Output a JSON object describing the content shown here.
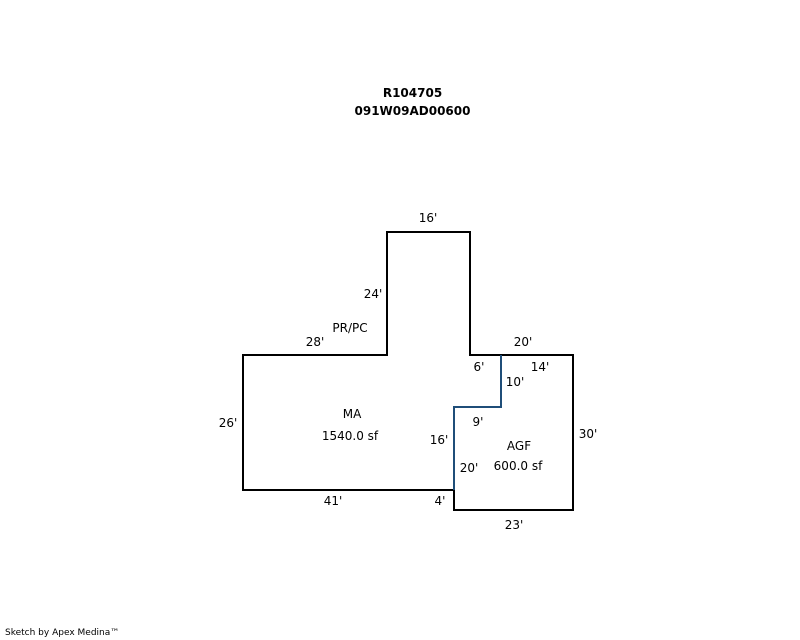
{
  "header": {
    "account_id": "R104705",
    "map_number": "091W09AD00600"
  },
  "areas": [
    {
      "code": "PR/PC",
      "area": ""
    },
    {
      "code": "MA",
      "area": "1540.0 sf"
    },
    {
      "code": "AGF",
      "area": "600.0 sf"
    }
  ],
  "dimensions": {
    "pr_top": "16'",
    "pr_left": "24'",
    "ma_top": "28'",
    "ma_left": "26'",
    "ma_bottom": "41'",
    "agf_top": "20'",
    "agf_right": "30'",
    "agf_bottom": "23'",
    "notch_6": "6'",
    "notch_14": "14'",
    "notch_10": "10'",
    "notch_9": "9'",
    "shared_16": "16'",
    "shared_20": "20'",
    "step_4": "4'"
  },
  "colors": {
    "outline": "#000000",
    "shared_wall": "#1f4e79"
  },
  "footer": {
    "credit": "Sketch by Apex Medina™"
  }
}
